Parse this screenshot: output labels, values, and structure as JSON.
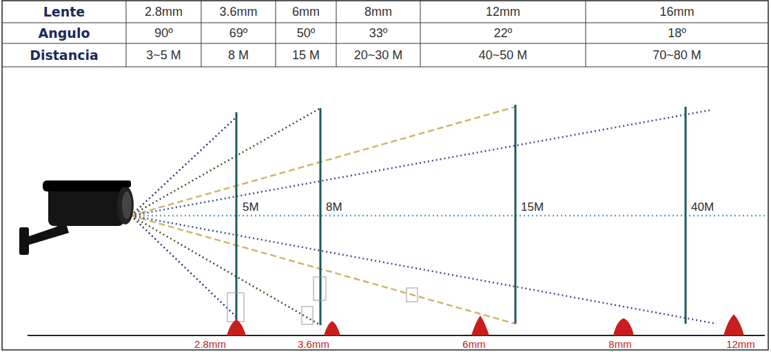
{
  "diagram": {
    "labels": [
      "Lente",
      "2.8mm",
      "3.6mm",
      "6mm",
      "8mm",
      "12mm",
      "16mm",
      "Angulo",
      "90º",
      "69º",
      "50º",
      "33º",
      "22º",
      "18º",
      "Distancia",
      "3~5 M",
      "8 M",
      "15 M",
      "20~30 M",
      "40~50 M",
      "70~80 M",
      "5M",
      "8M",
      "15M",
      "40M",
      "2.8mm",
      "3.6mm",
      "6mm",
      "8mm",
      "12mm"
    ]
  }
}
